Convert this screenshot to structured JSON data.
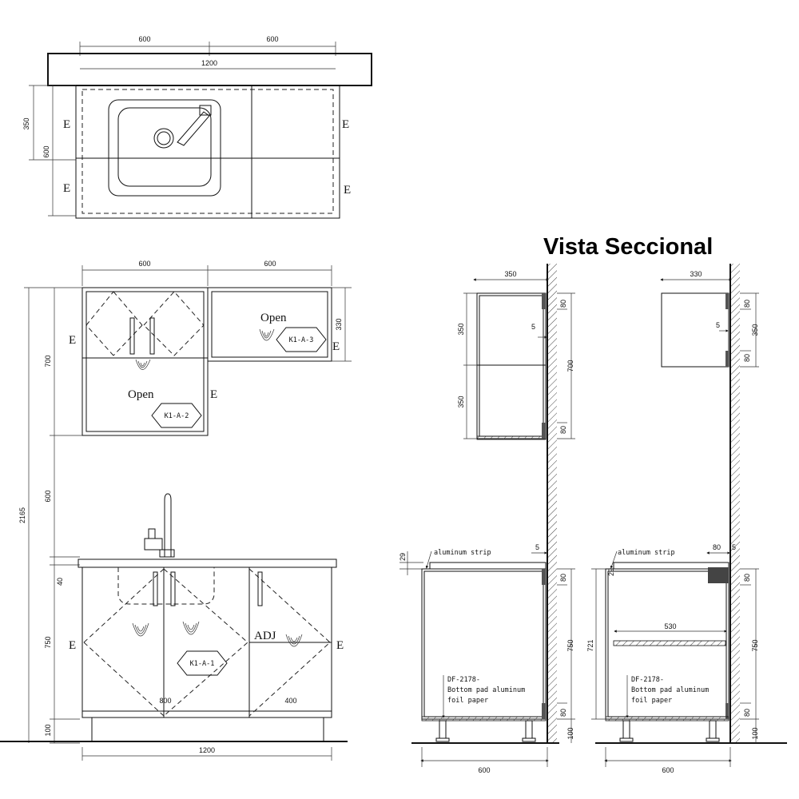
{
  "title": "Vista Seccional",
  "top_view": {
    "dim_left": "600",
    "dim_right": "600",
    "dim_total": "1200",
    "dim_side_upper": "350",
    "dim_side_total": "600",
    "edge_label": "E"
  },
  "front_view": {
    "dim_top_left": "600",
    "dim_top_right": "600",
    "dim_overall_height": "2165",
    "dim_upper_height": "700",
    "dim_gap": "600",
    "dim_counter": "40",
    "dim_base_height": "750",
    "dim_leg": "100",
    "dim_upper_right": "330",
    "dim_bottom_left": "800",
    "dim_bottom_right": "400",
    "dim_bottom_total": "1200",
    "open_label_right": "Open",
    "open_label_left": "Open",
    "tag_upper_right": "K1-A-3",
    "tag_upper_left": "K1-A-2",
    "tag_base": "K1-A-1",
    "adj_label": "ADJ",
    "edge_label": "E"
  },
  "section_left": {
    "dim_depth_upper": "350",
    "dim_gap_5": "5",
    "dim_shelf_1": "350",
    "dim_shelf_2": "350",
    "dim_upper_total": "700",
    "dim_80_a": "80",
    "dim_80_b": "80",
    "dim_29": "29",
    "dim_5_b": "5",
    "strip_label": "aluminum strip",
    "dim_80_c": "80",
    "dim_750": "750",
    "dim_80_d": "80",
    "dim_100": "100",
    "note_line1": "DF-2178-",
    "note_line2": "Bottom pad aluminum",
    "note_line3": "foil paper",
    "dim_depth_base": "600"
  },
  "section_right": {
    "dim_depth_upper": "330",
    "dim_80_a": "80",
    "dim_5": "5",
    "dim_350": "350",
    "dim_80_b": "80",
    "strip_label": "aluminum strip",
    "dim_80_top": "80",
    "dim_5_top": "5",
    "dim_29": "29",
    "dim_80_c": "80",
    "dim_shelf": "530",
    "dim_721": "721",
    "dim_750": "750",
    "dim_80_d": "80",
    "dim_100": "100",
    "note_line1": "DF-2178-",
    "note_line2": "Bottom pad aluminum",
    "note_line3": "foil paper",
    "dim_depth_base": "600"
  }
}
